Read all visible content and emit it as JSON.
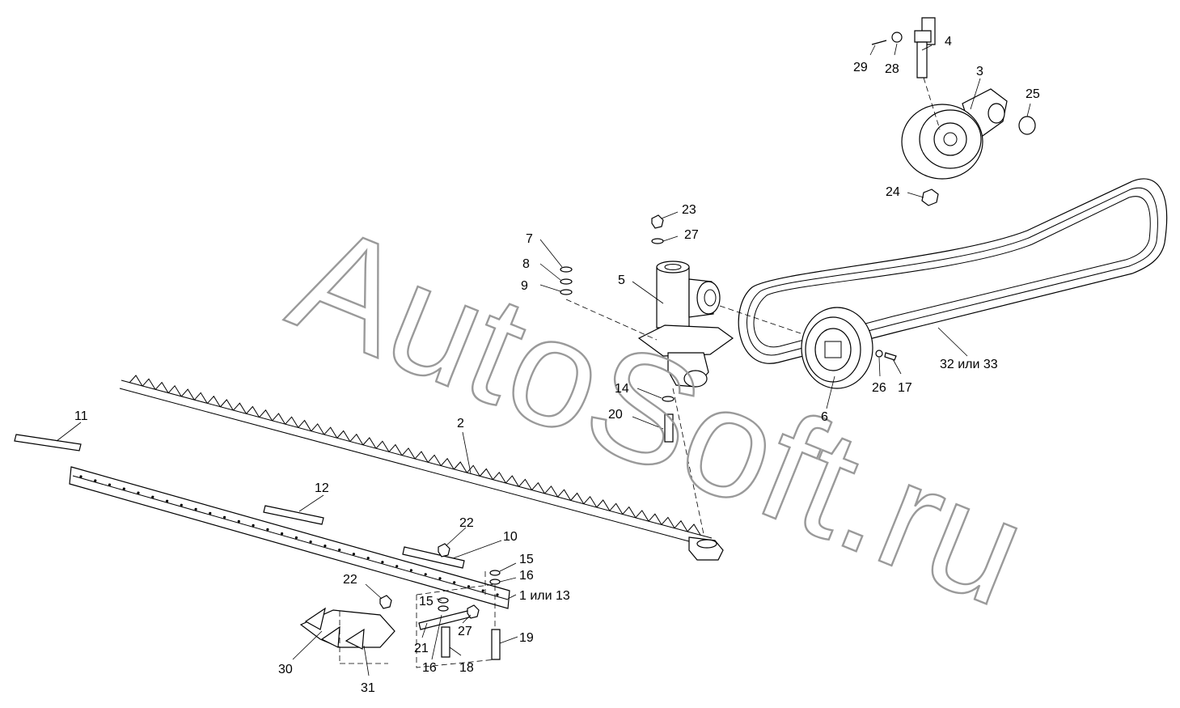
{
  "watermark": "AutoSoft.ru",
  "callouts": {
    "c1": "1 или 13",
    "c2": "2",
    "c3": "3",
    "c4": "4",
    "c5": "5",
    "c6": "6",
    "c7": "7",
    "c8": "8",
    "c9": "9",
    "c10": "10",
    "c11": "11",
    "c12": "12",
    "c14": "14",
    "c15a": "15",
    "c15b": "15",
    "c16a": "16",
    "c16b": "16",
    "c17": "17",
    "c18": "18",
    "c19": "19",
    "c20": "20",
    "c21": "21",
    "c22a": "22",
    "c22b": "22",
    "c23": "23",
    "c24": "24",
    "c25": "25",
    "c26": "26",
    "c27a": "27",
    "c27b": "27",
    "c28": "28",
    "c29": "29",
    "c30": "30",
    "c31": "31",
    "c32": "32 или 33"
  }
}
